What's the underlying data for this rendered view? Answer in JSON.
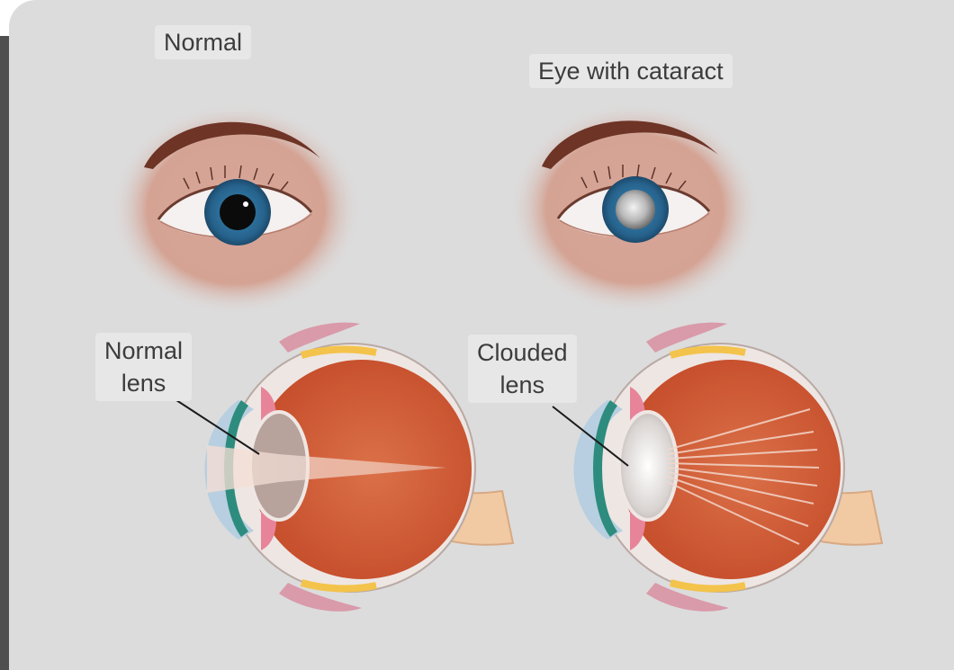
{
  "labels": {
    "normal": "Normal",
    "cataract": "Eye with cataract",
    "normal_lens": [
      "Normal",
      "lens"
    ],
    "clouded_lens": [
      "Clouded",
      "lens"
    ]
  },
  "colors": {
    "background": "#dcdcdc",
    "skin": "#d7a79a",
    "iris": "#2d6b96",
    "lens_clouded": "#c9c9c9",
    "retina": "#d6613c"
  }
}
